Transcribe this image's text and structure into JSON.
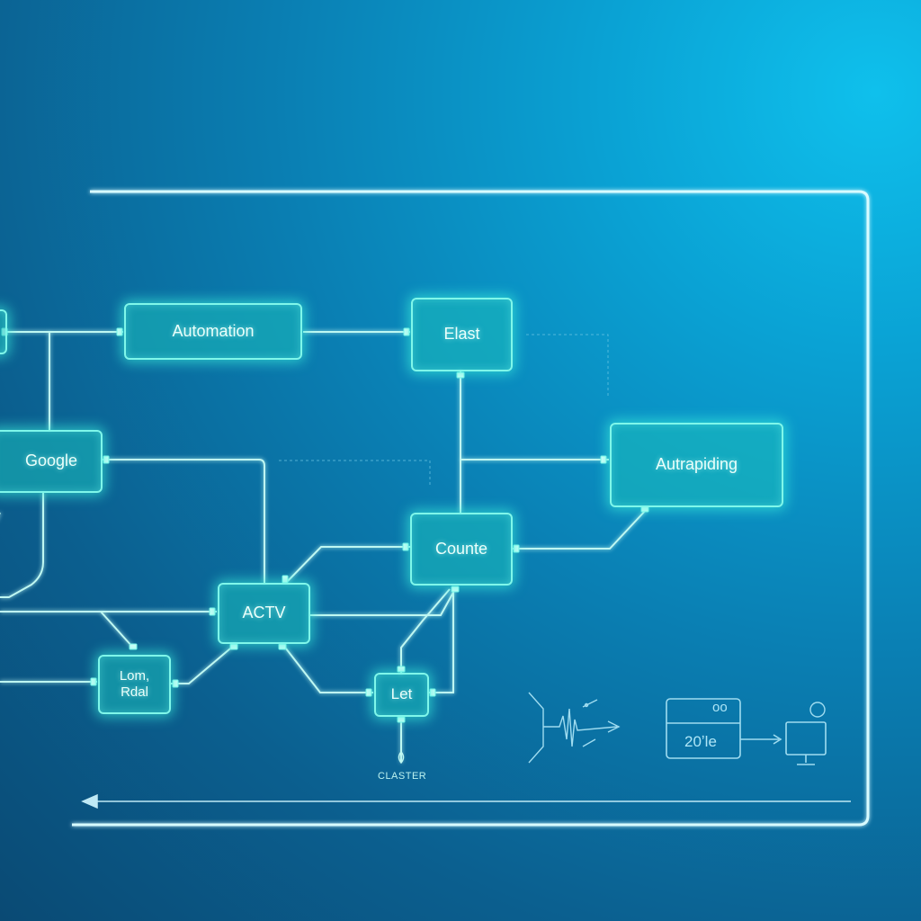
{
  "nodes": {
    "automation": "Automation",
    "elast": "Elast",
    "google": "Google",
    "autrapiding": "Autrapiding",
    "counte": "Counte",
    "actv": "ACTV",
    "lomi_rdal": "Lom,\nRdal",
    "let": "Let"
  },
  "labels": {
    "cluster": "CLASTER",
    "screen": "20ʼle",
    "oo": "oo"
  },
  "colors": {
    "node_border": "#7ff7ea",
    "node_fill": "#1cbebc",
    "connector": "#bff8f2",
    "frame": "#d8fbff",
    "icon_line": "#9fdcf0"
  }
}
